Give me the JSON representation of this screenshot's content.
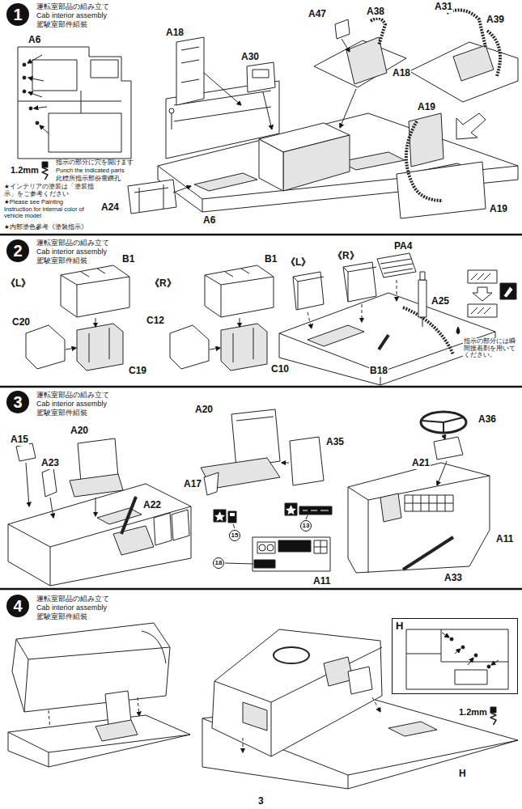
{
  "diagram": {
    "nodes": [
      {
        "text": [
          "1"
        ]
      },
      {
        "text": [
          "2"
        ]
      },
      {
        "text": [
          "3"
        ]
      },
      {
        "text": [
          "15"
        ]
      },
      {
        "text": [
          "13"
        ]
      },
      {
        "text": [
          "18"
        ]
      },
      {
        "text": [
          "4"
        ]
      },
      {
        "text": [
          "H"
        ]
      }
    ],
    "labels": [
      "運転室部品の組み立て",
      "Cab interior assembly",
      "駕駛室部件組裝",
      "A6",
      "1.2mm",
      "指示の部分に穴を開けます",
      "Punch the indicated parts",
      "此標所指示部份需鑽孔",
      "★インテリアの塗装は「塗装指示」をご参考ください",
      "★Please see Painting Instruction for internal color of vehicle model",
      "★内部塗色參考《塗裝指示》",
      "A18",
      "A30",
      "A47",
      "A38",
      "A31",
      "A39",
      "A18",
      "A19",
      "A19",
      "A24",
      "A6",
      "運転室部品の組み立て",
      "Cab interior assembly",
      "駕駛室部件組裝",
      "《L》",
      "B1",
      "C20",
      "C19",
      "《R》",
      "B1",
      "C12",
      "C10",
      "《L》",
      "《R》",
      "PA4",
      "A25",
      "B18",
      "指示の部分には瞬間接着剤を用いてください。",
      "運転室部品の組み立て",
      "Cab interior assembly",
      "駕駛室部件組裝",
      "A15",
      "A20",
      "A23",
      "A22",
      "A20",
      "A17",
      "A35",
      "A36",
      "A21",
      "A11",
      "A33",
      "A11",
      "運転室部品の組み立て",
      "Cab interior assembly",
      "駕駛室部件組裝",
      "1.2mm",
      "H",
      "3"
    ]
  }
}
